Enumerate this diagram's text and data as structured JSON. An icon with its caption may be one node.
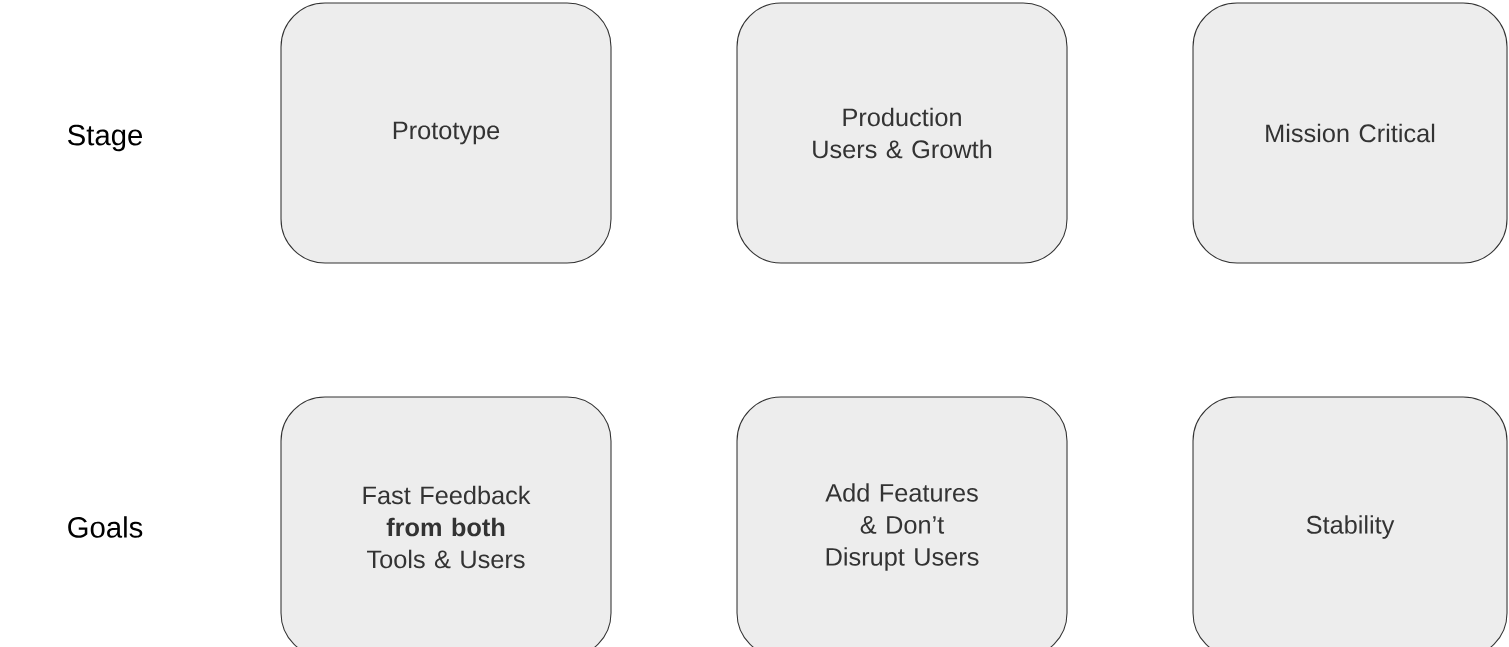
{
  "diagram": {
    "nodes": [
      {
        "text": [
          "Prototype"
        ]
      },
      {
        "text": [
          "Production Users & Growth"
        ]
      },
      {
        "text": [
          "Mission Critical"
        ]
      },
      {
        "text": [
          "Fast Feedback **from both** Tools & Users"
        ]
      },
      {
        "text": [
          "Add Features & Don’t Disrupt Users"
        ]
      },
      {
        "text": [
          "Stability"
        ]
      }
    ],
    "labels": [
      "Stage",
      "Goals"
    ]
  }
}
